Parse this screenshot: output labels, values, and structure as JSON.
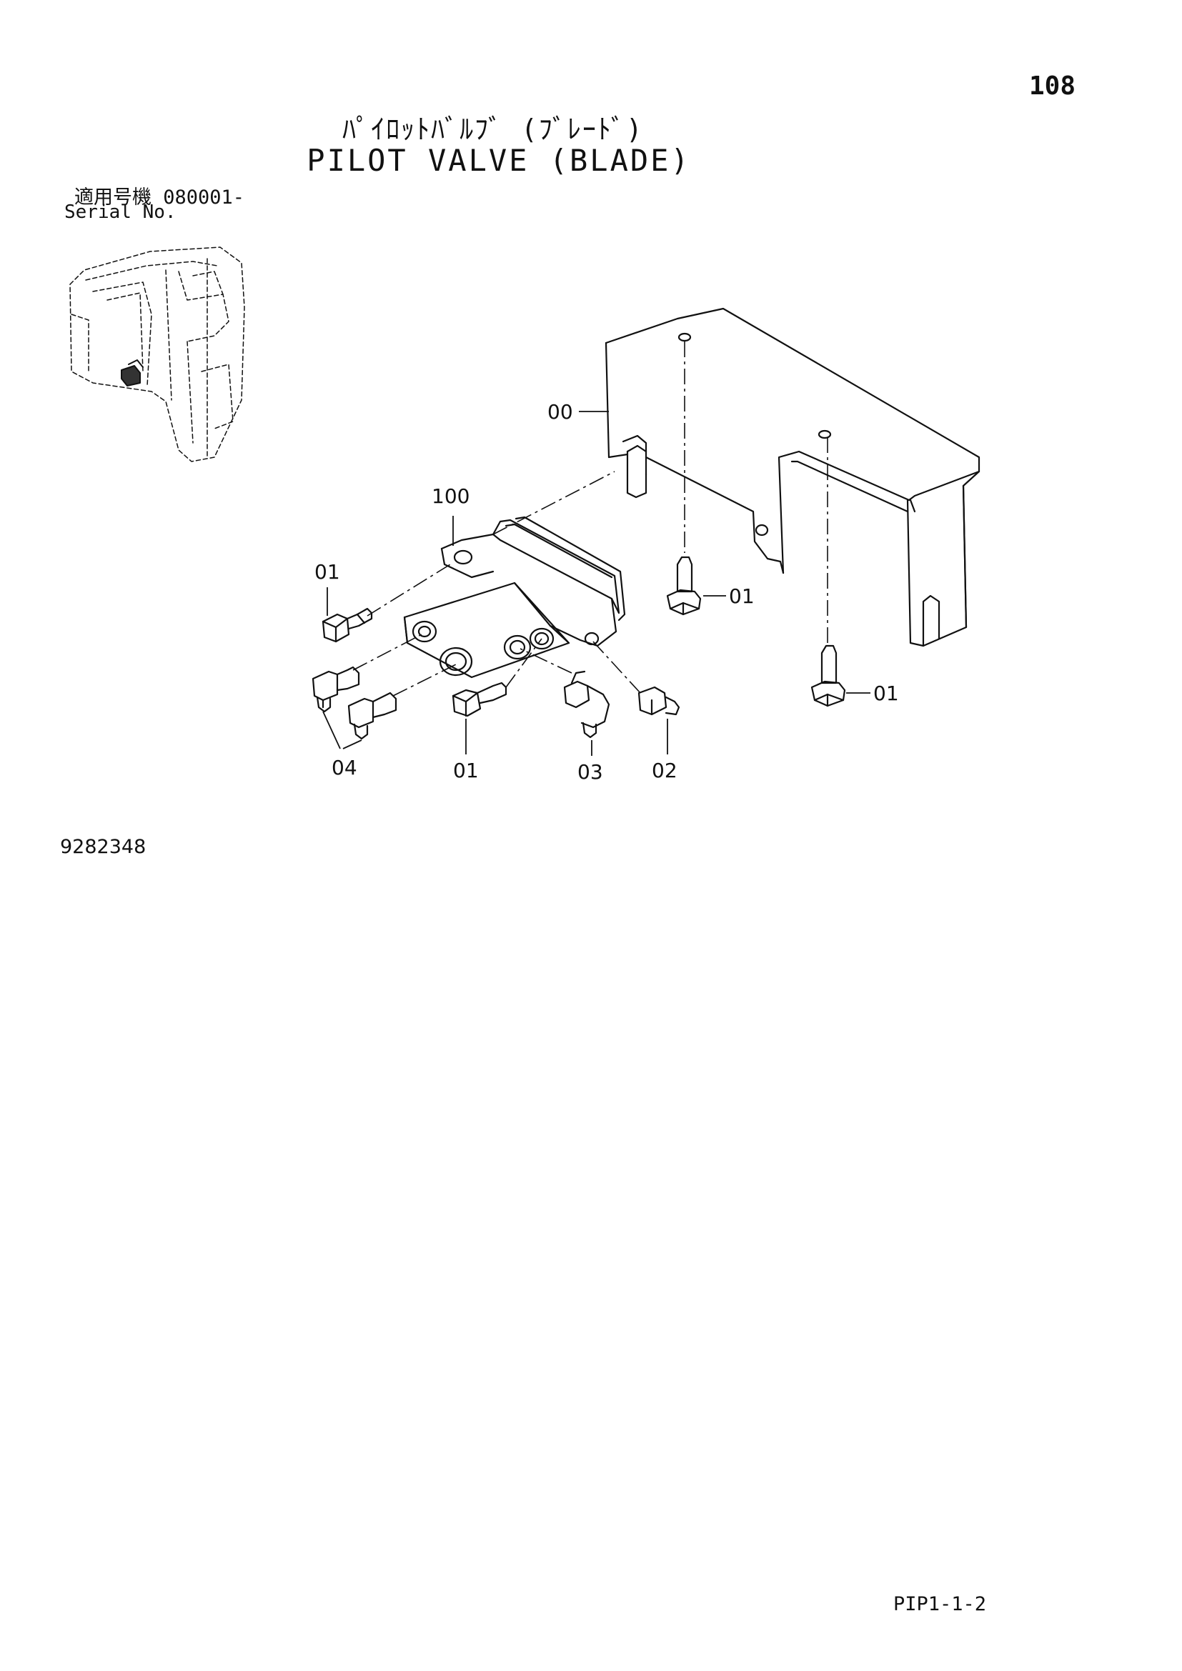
{
  "header": {
    "page_number": "108",
    "title_jp": "ﾊﾟｲﾛｯﾄﾊﾞﾙﾌﾞ (ﾌﾞﾚｰﾄﾞ)",
    "title_en": "PILOT VALVE (BLADE)"
  },
  "serial": {
    "label_jp": "適用号機",
    "value": "080001-",
    "label_en": "Serial No."
  },
  "callouts": {
    "c00": "00",
    "c100": "100",
    "c01a": "01",
    "c01b": "01",
    "c01c": "01",
    "c01d": "01",
    "c02": "02",
    "c03": "03",
    "c04": "04"
  },
  "footer": {
    "drawing_number": "9282348",
    "page_code": "PIP1-1-2"
  }
}
